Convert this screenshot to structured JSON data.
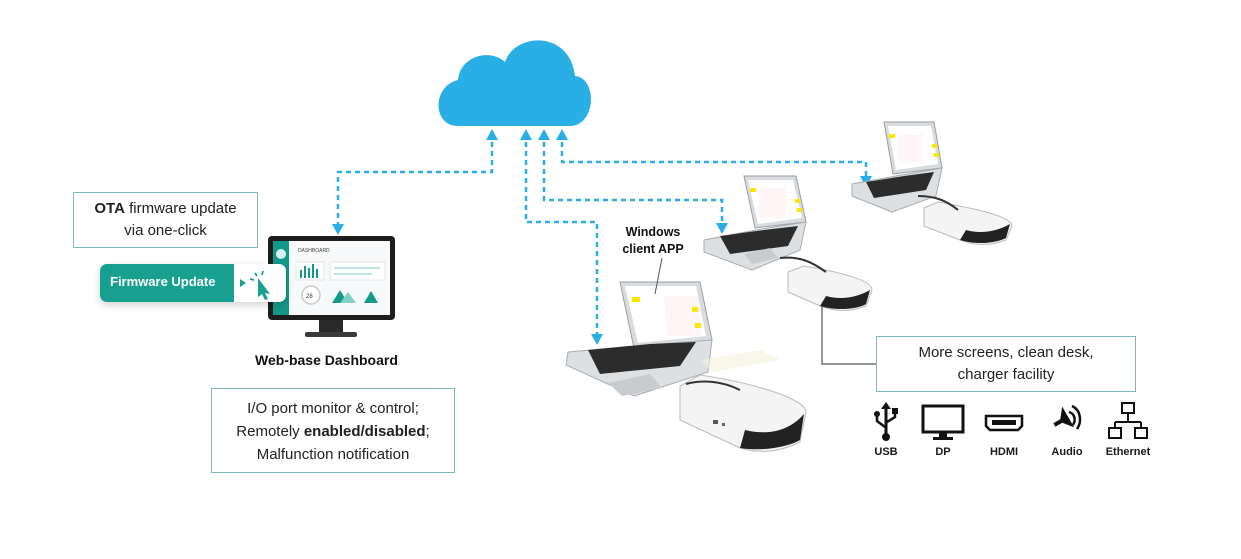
{
  "ota_box": {
    "bold": "OTA",
    "line1_rest": " firmware update",
    "line2": "via one-click"
  },
  "firmware_button": {
    "label": "Firmware Update"
  },
  "dashboard": {
    "label": "Web-base Dashboard",
    "screen_title": "DASHBOARD",
    "gauge_value": "28"
  },
  "io_box": {
    "line1": "I/O port monitor & control;",
    "line2_pre": "Remotely ",
    "line2_bold": "enabled/disabled",
    "line2_post": ";",
    "line3": "Malfunction notification"
  },
  "windows_app": {
    "line1": "Windows",
    "line2": "client APP"
  },
  "more_box": {
    "line1": "More screens, clean desk,",
    "line2": "charger facility"
  },
  "ports": [
    {
      "label": "USB",
      "icon": "usb-icon"
    },
    {
      "label": "DP",
      "icon": "monitor-icon"
    },
    {
      "label": "HDMI",
      "icon": "hdmi-icon"
    },
    {
      "label": "Audio",
      "icon": "speaker-icon"
    },
    {
      "label": "Ethernet",
      "icon": "ethernet-icon"
    }
  ],
  "colors": {
    "cloud": "#29aee6",
    "dashed_line": "#29aee6",
    "accent": "#17a08f",
    "box_border": "#7fb6b6",
    "dock": "#f4f4f4",
    "dock_dark": "#222222"
  }
}
